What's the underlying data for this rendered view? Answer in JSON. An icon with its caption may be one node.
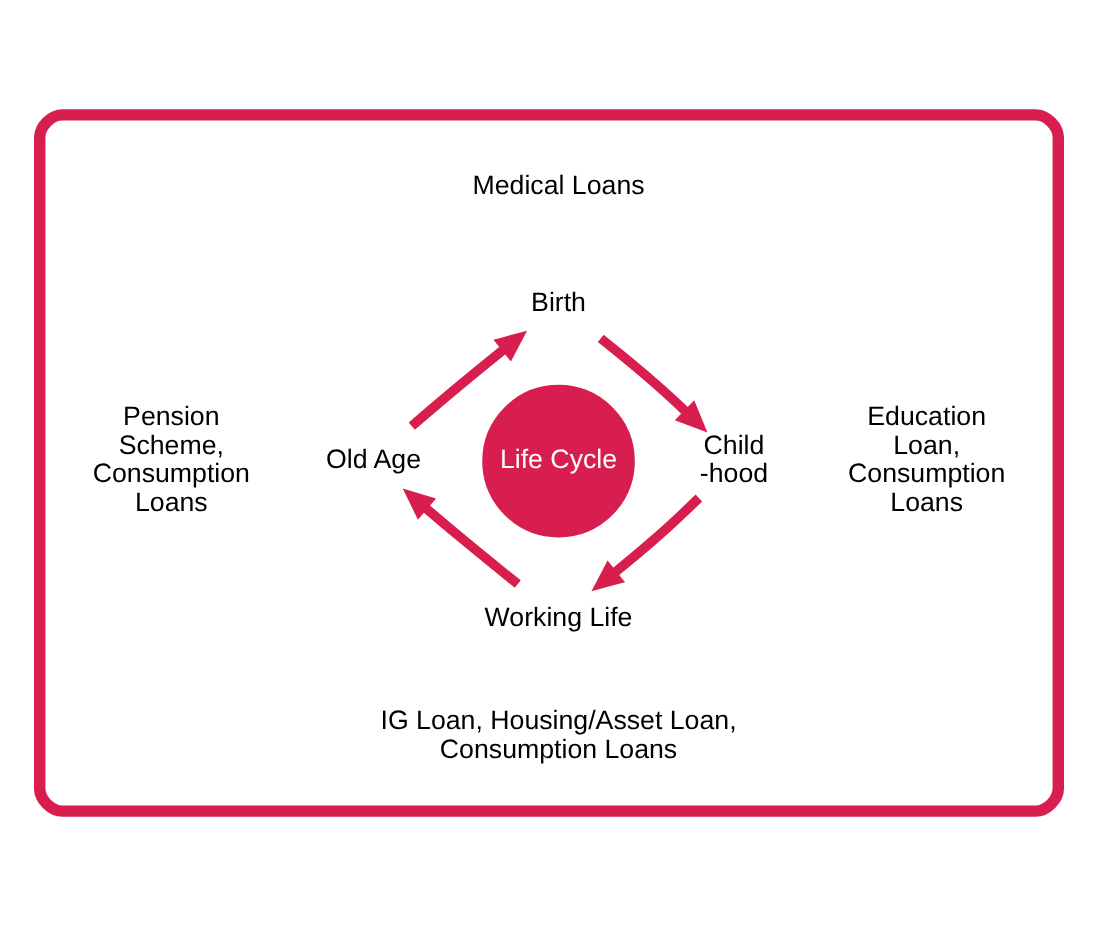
{
  "diagram": {
    "nodes": [
      {
        "text": [],
        "shape": "ellipse"
      },
      {
        "text": [
          "Medical Loans"
        ],
        "in": 0
      },
      {
        "text": [
          "Birth"
        ],
        "in": 0
      },
      {
        "text": [
          "Pension Scheme, Consumption Loans"
        ],
        "in": 0
      },
      {
        "text": [
          "Old Age"
        ],
        "in": 0
      },
      {
        "text": [
          "Life Cycle"
        ],
        "in": 0
      },
      {
        "text": [
          "Child -hood"
        ],
        "in": 0
      },
      {
        "text": [
          "Education Loan, Consumption Loans"
        ],
        "in": 0
      },
      {
        "text": [
          "Working Life"
        ],
        "in": 0
      },
      {
        "text": [
          "IG Loan, Housing/Asset Loan, Consumption Loans"
        ],
        "in": 0
      }
    ],
    "edges": [
      {
        "from": 4,
        "to": 2,
        "arrow": "to"
      },
      {
        "from": 2,
        "to": 6,
        "arrow": "to"
      },
      {
        "from": 6,
        "to": 8,
        "arrow": "to"
      },
      {
        "from": 8,
        "to": 4,
        "arrow": "to"
      }
    ]
  }
}
